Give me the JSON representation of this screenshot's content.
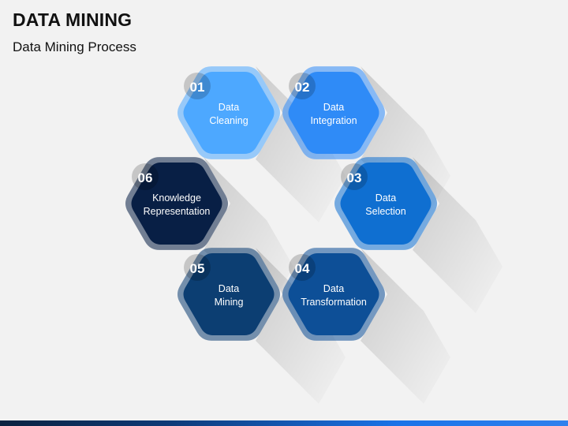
{
  "title": "DATA MINING",
  "subtitle": "Data Mining Process",
  "steps": [
    {
      "number": "01",
      "line1": "Data",
      "line2": "Cleaning",
      "color": "#4da8ff"
    },
    {
      "number": "02",
      "line1": "Data",
      "line2": "Integration",
      "color": "#2f8bf7"
    },
    {
      "number": "03",
      "line1": "Data",
      "line2": "Selection",
      "color": "#0f6fd1"
    },
    {
      "number": "04",
      "line1": "Data",
      "line2": "Transformation",
      "color": "#0d4f97"
    },
    {
      "number": "05",
      "line1": "Data",
      "line2": "Mining",
      "color": "#0c3e72"
    },
    {
      "number": "06",
      "line1": "Knowledge",
      "line2": "Representation",
      "color": "#081f45"
    }
  ]
}
